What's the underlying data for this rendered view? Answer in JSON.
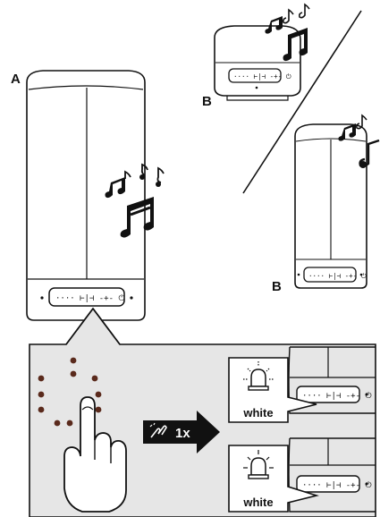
{
  "labels": {
    "speaker_a": "A",
    "speaker_b_top": "B",
    "speaker_b_bottom": "B"
  },
  "steps": {
    "press_count": "1x",
    "led_color_first": "white",
    "led_color_second": "white"
  },
  "colors": {
    "line": "#111111",
    "inset_background": "#e6e6e6",
    "led_dot": "#5a2a1c",
    "arrow_fill": "#111111"
  },
  "icons": {
    "music_notes": "music-notes-icon",
    "hand": "pointing-hand-icon",
    "touch_gesture": "touch-gesture-icon",
    "beacon_light": "beacon-light-icon"
  }
}
